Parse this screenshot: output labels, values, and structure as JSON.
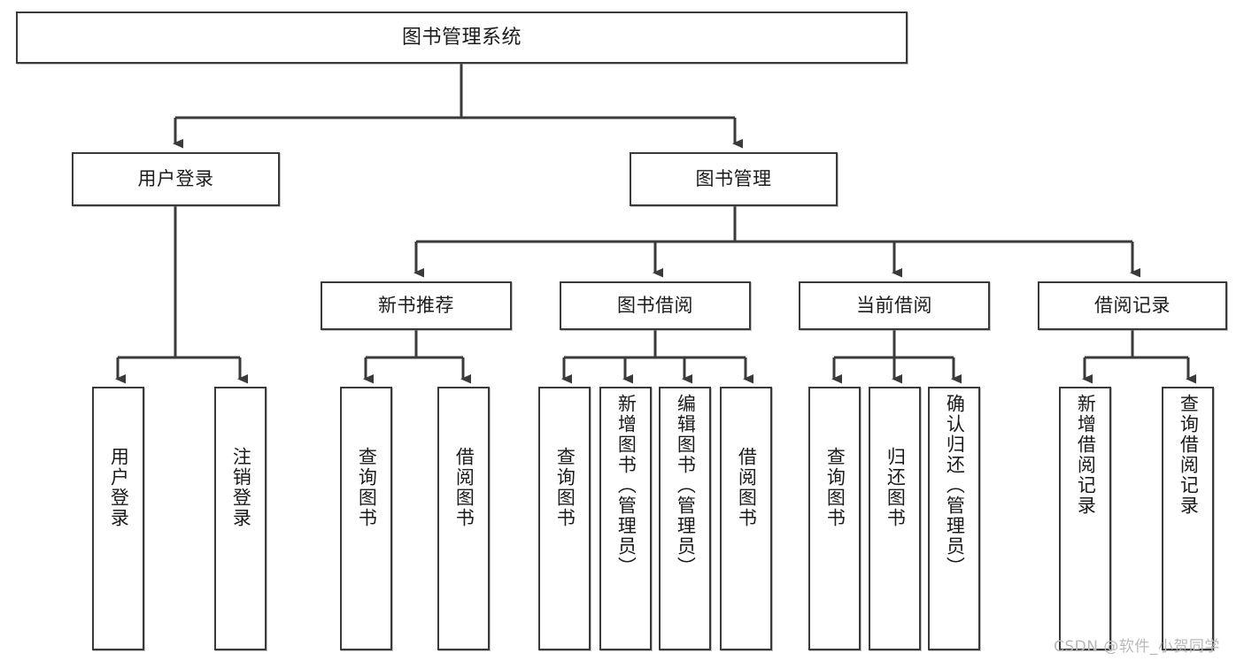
{
  "diagram": {
    "title": "图书管理系统",
    "type": "tree-hierarchy",
    "levels": 4,
    "colors": {
      "stroke": "#3a3a3a",
      "fill": "#ffffff",
      "text": "#1b1b1b",
      "watermark": "#b9b9b9"
    },
    "nodes": {
      "root": {
        "label": "图书管理系统"
      },
      "level2": [
        {
          "id": "user-login",
          "label": "用户登录"
        },
        {
          "id": "book-manage",
          "label": "图书管理"
        }
      ],
      "level3": [
        {
          "id": "new-book-rec",
          "label": "新书推荐"
        },
        {
          "id": "book-borrow",
          "label": "图书借阅"
        },
        {
          "id": "current-borrow",
          "label": "当前借阅"
        },
        {
          "id": "borrow-record",
          "label": "借阅记录"
        }
      ],
      "leaves": {
        "user_login": [
          {
            "id": "leaf-user-login",
            "label": "用户登录"
          },
          {
            "id": "leaf-logout-login",
            "label": "注销登录"
          }
        ],
        "new_book_rec": [
          {
            "id": "leaf-query-book-1",
            "label": "查询图书"
          },
          {
            "id": "leaf-borrow-book-1",
            "label": "借阅图书"
          }
        ],
        "book_borrow": [
          {
            "id": "leaf-query-book-2",
            "label": "查询图书"
          },
          {
            "id": "leaf-add-book",
            "label": "新增图书（管理员）"
          },
          {
            "id": "leaf-edit-book",
            "label": "编辑图书（管理员）"
          },
          {
            "id": "leaf-borrow-book-2",
            "label": "借阅图书"
          }
        ],
        "current_borrow": [
          {
            "id": "leaf-query-book-3",
            "label": "查询图书"
          },
          {
            "id": "leaf-return-book",
            "label": "归还图书"
          },
          {
            "id": "leaf-confirm-return",
            "label": "确认归还（管理员）"
          }
        ],
        "borrow_record": [
          {
            "id": "leaf-add-record",
            "label": "新增借阅记录"
          },
          {
            "id": "leaf-query-record",
            "label": "查询借阅记录"
          }
        ]
      }
    }
  },
  "watermark": {
    "text": "CSDN @软件_小贺同学"
  }
}
